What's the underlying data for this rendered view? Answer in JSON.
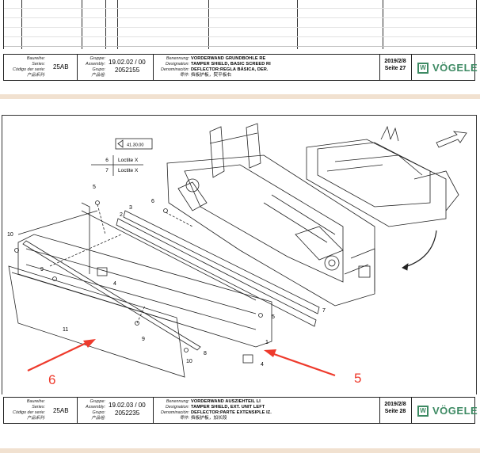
{
  "titleblock_labels": {
    "series": [
      "Baureihe:",
      "Series:",
      "Código der serie:",
      "产品系列:"
    ],
    "group": [
      "Gruppe:",
      "Assembly:",
      "Grupo:",
      "产品组:"
    ],
    "name": [
      "Benennung:",
      "Designation:",
      "Denominación:",
      "零件:"
    ]
  },
  "sheet_top": {
    "series_value": "25AB",
    "group_value": "19.02.02 / 00",
    "group_number": "2052155",
    "description": [
      "VORDERWAND GRUNDBOHLE RE",
      "TAMPER SHIELD, BASIC SCREED RI",
      "DEFLECTOR:REGLA BÁSICA, DER.",
      "挡板护板，熨平板右"
    ],
    "date": "2019/2/8",
    "page": "Seite 27",
    "logo_text": "VÖGELE"
  },
  "drawing": {
    "ref_box": "41.30.00",
    "loctite": [
      {
        "num": "6",
        "label": "Loctite X"
      },
      {
        "num": "7",
        "label": "Loctite X"
      }
    ],
    "callouts": [
      "1",
      "2",
      "3",
      "4",
      "4",
      "5",
      "5",
      "6",
      "7",
      "8",
      "9",
      "9",
      "10",
      "10",
      "11"
    ],
    "annotations": {
      "left": "6",
      "right": "5"
    },
    "annotation_color": "#ee3a2c"
  },
  "sheet_bottom": {
    "series_value": "25AB",
    "group_value": "19.02.03 / 00",
    "group_number": "2052235",
    "description": [
      "VORDERWAND AUSZIEHTEIL LI",
      "TAMPER SHIELD, EXT. UNIT LEFT",
      "DEFLECTOR:PARTE EXTENSIPLE IZ.",
      "挡板护板，加长段"
    ],
    "date": "2019/2/8",
    "page": "Seite 28",
    "logo_text": "VÖGELE"
  }
}
